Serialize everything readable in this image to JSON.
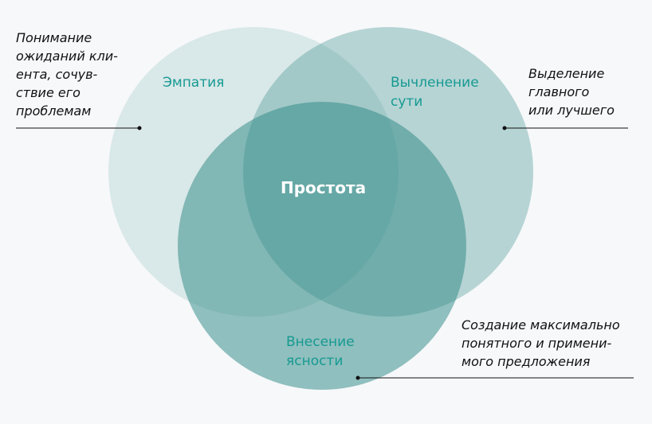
{
  "circles": {
    "empathy": "Эмпатия",
    "essence": "Вычленение\nсути",
    "clarity": "Внесение\nясности",
    "center": "Простота"
  },
  "notes": {
    "empathy": "Понимание\nожиданий кли-\nента, сочув-\nствие его\nпроблемам",
    "essence": "Выделение\nглавного\nили лучшего",
    "clarity": "Создание максимально\nпонятного и примени-\nмого предложения"
  },
  "colors": {
    "background": "#f7f8fa",
    "teal": "#2f8a86",
    "label": "#169a92"
  }
}
